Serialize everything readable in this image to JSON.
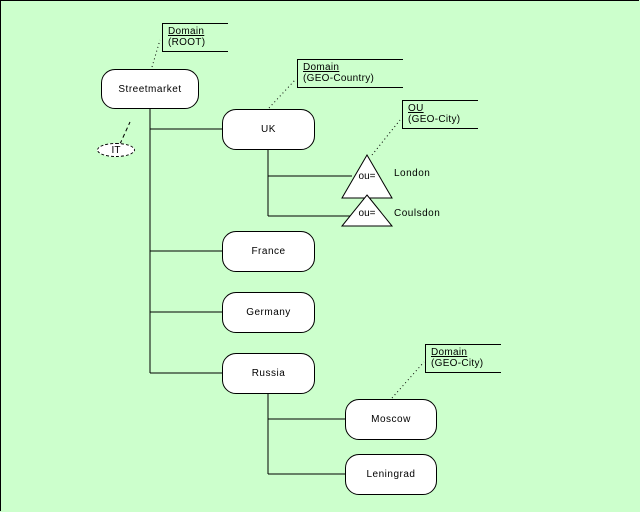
{
  "diagram": {
    "root": {
      "label": "Streetmarket",
      "note_title": "Domain",
      "note_sub": "(ROOT)"
    },
    "it_label": "IT",
    "countries": [
      {
        "label": "UK",
        "note_title": "Domain",
        "note_sub": "(GEO-Country)"
      },
      {
        "label": "France"
      },
      {
        "label": "Germany"
      },
      {
        "label": "Russia"
      }
    ],
    "uk_children": {
      "note_title": "OU",
      "note_sub": "(GEO-City)",
      "items": [
        {
          "symbol": "ou=",
          "label": "London"
        },
        {
          "symbol": "ou=",
          "label": "Coulsdon"
        }
      ]
    },
    "russia_children": {
      "note_title": "Domain",
      "note_sub": "(GEO-City)",
      "items": [
        {
          "label": "Moscow"
        },
        {
          "label": "Leningrad"
        }
      ]
    },
    "colors": {
      "background": "#ccffcc",
      "node_fill": "#ffffff",
      "line": "#000000"
    }
  }
}
